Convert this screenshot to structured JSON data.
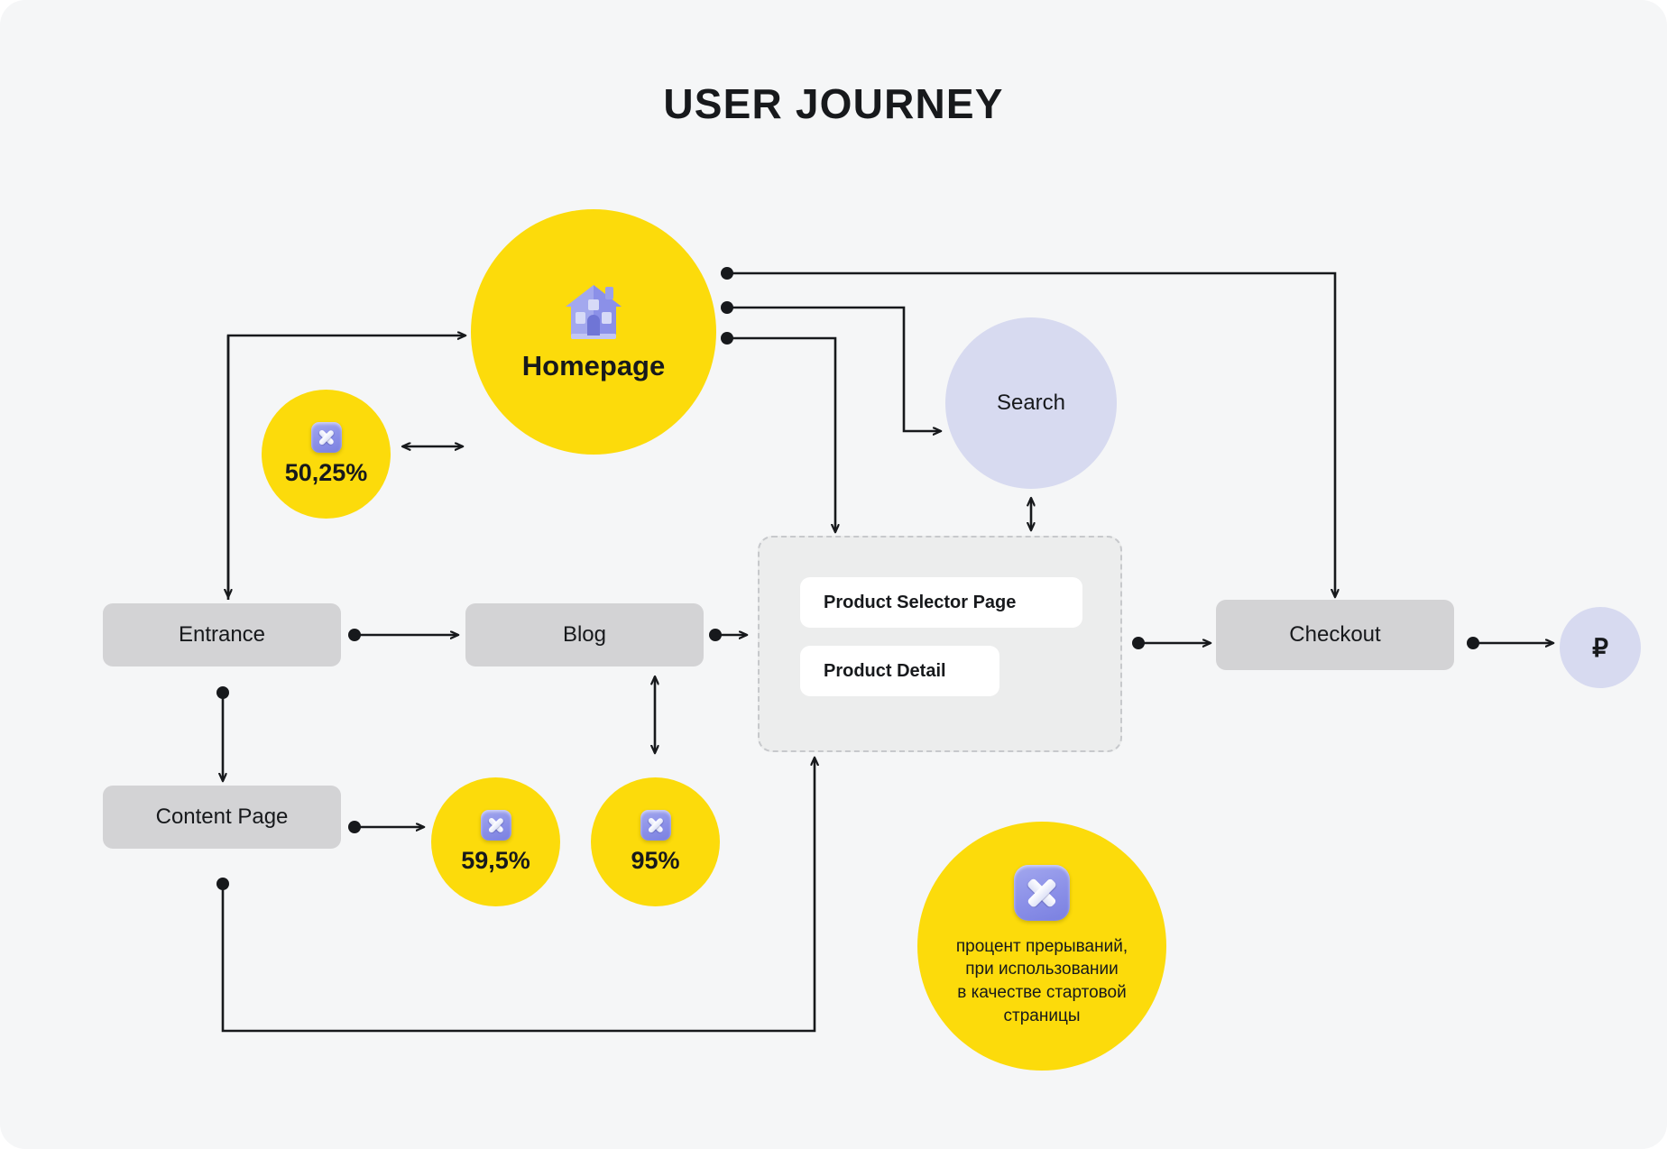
{
  "title": "USER JOURNEY",
  "colors": {
    "background": "#f5f6f7",
    "accent_yellow": "#fcdb0b",
    "lavender": "#d7daf0",
    "box_grey": "#d3d3d5",
    "group_fill": "#eceded",
    "line": "#17191c",
    "text": "#17191c",
    "card_white": "#ffffff"
  },
  "nodes": {
    "homepage": {
      "label": "Homepage",
      "icon": "house-icon",
      "shape": "circle",
      "color": "#fcdb0b"
    },
    "search": {
      "label": "Search",
      "shape": "circle",
      "color": "#d7daf0"
    },
    "payment": {
      "label": "₽",
      "shape": "circle",
      "color": "#d7daf0"
    },
    "entrance": {
      "label": "Entrance",
      "shape": "box",
      "color": "#d3d3d5"
    },
    "content": {
      "label": "Content Page",
      "shape": "box",
      "color": "#d3d3d5"
    },
    "blog": {
      "label": "Blog",
      "shape": "box",
      "color": "#d3d3d5"
    },
    "checkout": {
      "label": "Checkout",
      "shape": "box",
      "color": "#d3d3d5"
    }
  },
  "product_group": {
    "cards": [
      {
        "label": "Product Selector Page"
      },
      {
        "label": "Product Detail"
      }
    ]
  },
  "metrics": [
    {
      "id": "homepage-bounce",
      "value": "50,25%",
      "icon": "x-mark-icon",
      "attached_to": "Homepage"
    },
    {
      "id": "blog-bounce",
      "value": "59,5%",
      "icon": "x-mark-icon",
      "attached_to": "Blog"
    },
    {
      "id": "product-bounce",
      "value": "95%",
      "icon": "x-mark-icon",
      "attached_to": "Product group"
    }
  ],
  "legend": {
    "icon": "x-mark-icon",
    "text": "процент прерываний,\nпри использовании\nв качестве стартовой\nстраницы"
  },
  "chart_data": {
    "type": "diagram",
    "title": "USER JOURNEY",
    "nodes": [
      {
        "id": "homepage",
        "label": "Homepage",
        "type": "circle",
        "color": "#fcdb0b"
      },
      {
        "id": "search",
        "label": "Search",
        "type": "circle",
        "color": "#d7daf0"
      },
      {
        "id": "entrance",
        "label": "Entrance",
        "type": "box",
        "color": "#d3d3d5"
      },
      {
        "id": "content",
        "label": "Content Page",
        "type": "box",
        "color": "#d3d3d5"
      },
      {
        "id": "blog",
        "label": "Blog",
        "type": "box",
        "color": "#d3d3d5"
      },
      {
        "id": "product-selector",
        "label": "Product Selector Page",
        "type": "card",
        "color": "#ffffff"
      },
      {
        "id": "product-detail",
        "label": "Product Detail",
        "type": "card",
        "color": "#ffffff"
      },
      {
        "id": "checkout",
        "label": "Checkout",
        "type": "box",
        "color": "#d3d3d5"
      },
      {
        "id": "payment",
        "label": "₽",
        "type": "circle",
        "color": "#d7daf0"
      }
    ],
    "edges": [
      {
        "from": "entrance",
        "to": "homepage",
        "direction": "one-way"
      },
      {
        "from": "homepage",
        "to": "entrance",
        "direction": "one-way"
      },
      {
        "from": "homepage",
        "to": "checkout",
        "direction": "one-way"
      },
      {
        "from": "homepage",
        "to": "search",
        "direction": "one-way"
      },
      {
        "from": "homepage",
        "to": "product-group",
        "direction": "one-way"
      },
      {
        "from": "homepage",
        "to": "homepage-bounce",
        "direction": "two-way"
      },
      {
        "from": "entrance",
        "to": "blog",
        "direction": "one-way"
      },
      {
        "from": "entrance",
        "to": "content",
        "direction": "one-way"
      },
      {
        "from": "blog",
        "to": "product-group",
        "direction": "one-way"
      },
      {
        "from": "blog",
        "to": "blog-bounce",
        "direction": "two-way"
      },
      {
        "from": "search",
        "to": "product-group",
        "direction": "two-way"
      },
      {
        "from": "content",
        "to": "product-bounce",
        "direction": "one-way"
      },
      {
        "from": "content",
        "to": "product-group",
        "direction": "one-way"
      },
      {
        "from": "product-group",
        "to": "checkout",
        "direction": "one-way"
      },
      {
        "from": "checkout",
        "to": "payment",
        "direction": "one-way"
      }
    ],
    "metrics": [
      {
        "label": "50,25%",
        "value": 50.25,
        "attached_to": "homepage"
      },
      {
        "label": "59,5%",
        "value": 59.5,
        "attached_to": "blog"
      },
      {
        "label": "95%",
        "value": 95,
        "attached_to": "product-group"
      }
    ],
    "legend": "процент прерываний, при использовании в качестве стартовой страницы"
  }
}
